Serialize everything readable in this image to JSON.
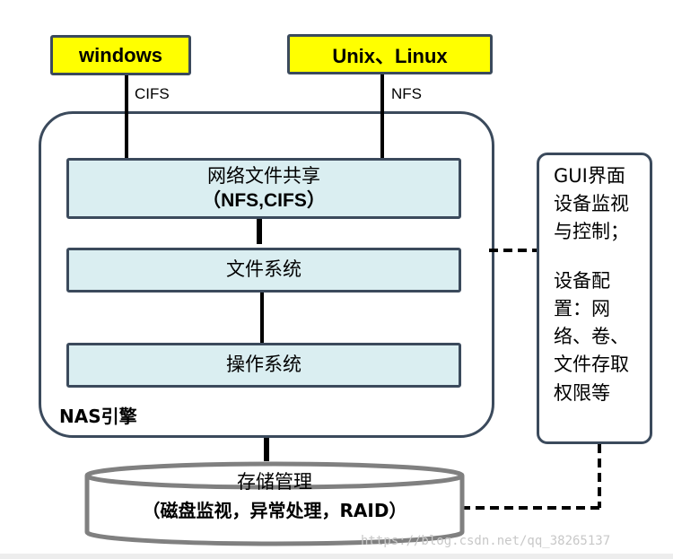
{
  "clients": {
    "windows": {
      "label": "windows",
      "protocol": "CIFS"
    },
    "unix": {
      "label": "Unix、Linux",
      "protocol": "NFS"
    }
  },
  "nas_engine": {
    "label": "NAS引擎",
    "layers": {
      "file_sharing": {
        "title": "网络文件共享",
        "subtitle": "（NFS,CIFS）"
      },
      "file_system": {
        "title": "文件系统"
      },
      "operating_system": {
        "title": "操作系统"
      }
    }
  },
  "management_panel": {
    "lines": [
      "GUI界面",
      "设备监视",
      "与控制；",
      "",
      "设备配",
      "置：网",
      "络、卷、",
      "文件存取",
      "权限等"
    ]
  },
  "storage": {
    "title": "存储管理",
    "subtitle": "（磁盘监视，异常处理，RAID）"
  },
  "watermark": "https://blog.csdn.net/qq_38265137",
  "colors": {
    "client_fill": "#ffff00",
    "layer_fill": "#daeef1",
    "border": "#3b4a5c",
    "cylinder_stroke": "#808080"
  }
}
